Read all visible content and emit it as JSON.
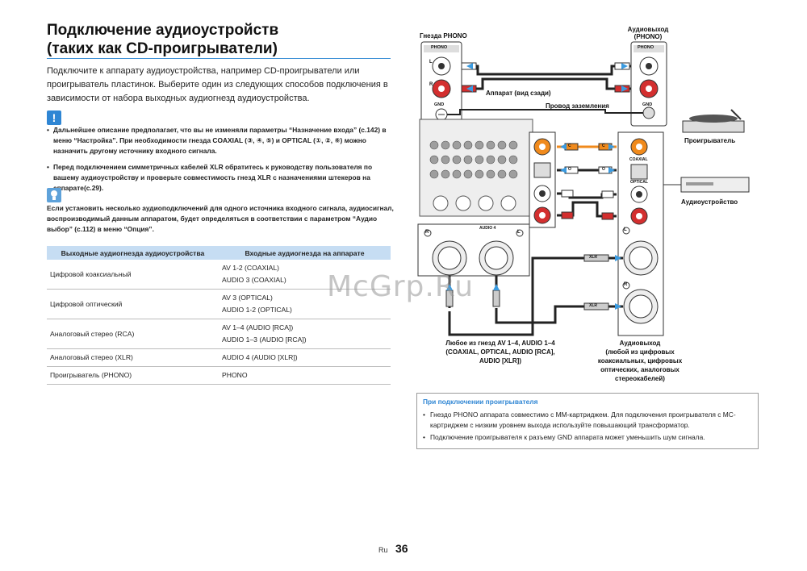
{
  "title": {
    "line1": "Подключение аудиоустройств",
    "line2": "(таких как CD-проигрыватели)"
  },
  "intro": "Подключите к аппарату аудиоустройства, например CD-проигрыватели или проигрыватель пластинок. Выберите один из следующих способов подключения в зависимости от набора выходных аудиогнезд аудиоустройства.",
  "note_icon": "!",
  "notes": [
    "Дальнейшее описание предполагает, что вы не изменяли параметры “Назначение входа” (с.142) в меню “Настройка”. При необходимости гнезда COAXIAL (③, ④, ⑤) и OPTICAL (①, ②, ⑥) можно назначить другому источнику входного сигнала.",
    "Перед подключением симметричных кабелей XLR обратитесь к руководству пользователя по вашему аудиоустройству и проверьте совместимость гнезд XLR с назначениями штекеров на аппарате(с.29)."
  ],
  "tip": "Если установить несколько аудиоподключений для одного источника входного сигнала, аудиосигнал, воспроизводимый данным аппаратом, будет определяться в соответствии с параметром “Аудио выбор” (с.112) в меню “Опция”.",
  "table": {
    "headers": [
      "Выходные аудиогнезда аудиоустройства",
      "Входные аудиогнезда на аппарате"
    ],
    "rows": [
      {
        "output": "Цифровой коаксиальный",
        "input1": "AV 1-2 (COAXIAL)",
        "input2": "AUDIO 3 (COAXIAL)"
      },
      {
        "output": "Цифровой оптический",
        "input1": "AV 3 (OPTICAL)",
        "input2": "AUDIO 1-2 (OPTICAL)"
      },
      {
        "output": "Аналоговый стерео (RCA)",
        "input1": "AV 1–4 (AUDIO [RCA])",
        "input2": "AUDIO 1–3 (AUDIO [RCA])"
      },
      {
        "output": "Аналоговый стерео (XLR)",
        "input1": "AUDIO 4 (AUDIO [XLR])",
        "input2": ""
      },
      {
        "output": "Проигрыватель (PHONO)",
        "input1": "PHONO",
        "input2": ""
      }
    ]
  },
  "diagram": {
    "phono_jacks": "Гнезда PHONO",
    "audio_out_phono_l1": "Аудиовыход",
    "audio_out_phono_l2": "(PHONO)",
    "phono": "PHONO",
    "gnd": "GND",
    "unit_rear": "Аппарат (вид сзади)",
    "ground_wire": "Провод заземления",
    "turntable": "Проигрыватель",
    "audio_device": "Аудиоустройство",
    "coaxial": "COAXIAL",
    "optical": "OPTICAL",
    "audio4": "AUDIO 4",
    "xlr": "XLR",
    "any_l1": "Любое из гнезд AV 1–4, AUDIO 1–4",
    "any_l2": "(COAXIAL, OPTICAL, AUDIO [RCA],",
    "any_l3": "AUDIO [XLR])",
    "out_l1": "Аудиовыход",
    "out_l2": "(любой из цифровых",
    "out_l3": "коаксиальных, цифровых",
    "out_l4": "оптических, аналоговых",
    "out_l5": "стереокабелей)",
    "l": "L",
    "r": "R",
    "c": "C",
    "o": "O"
  },
  "infobox": {
    "head": "При подключении проигрывателя",
    "items": [
      "Гнездо PHONO аппарата совместимо с MM-картриджем. Для подключения проигрывателя с MC-картриджем с низким уровнем выхода используйте повышающий трансформатор.",
      "Подключение проигрывателя к разъему GND аппарата может уменьшить шум сигнала."
    ]
  },
  "watermark": "McGrp.Ru",
  "page": {
    "lang": "Ru",
    "number": "36"
  },
  "colors": {
    "accent": "#2f86d4",
    "table_header": "#c6ddf3",
    "arrow": "#3b9be0",
    "rca_red": "#d32f2f",
    "coax_orange": "#f08a1c"
  }
}
